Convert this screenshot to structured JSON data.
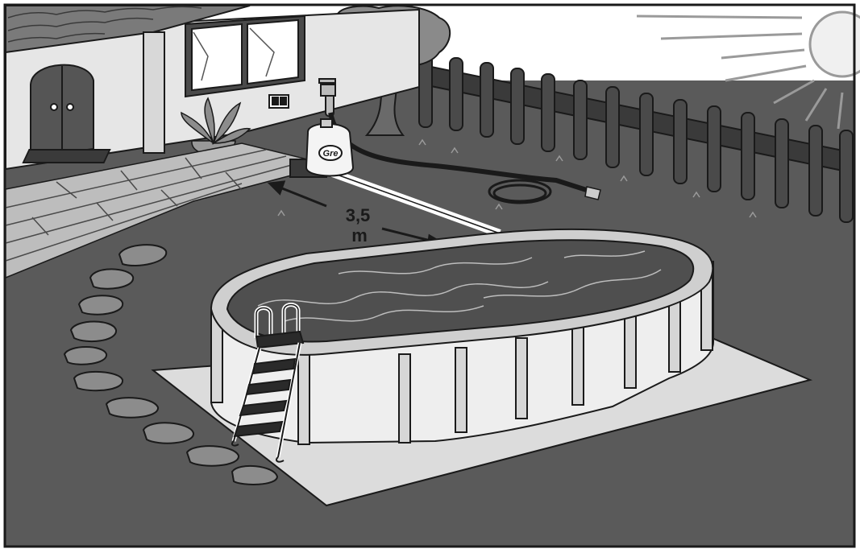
{
  "diagram": {
    "distance_value": "3,5",
    "distance_unit": "m",
    "brand_logo": "Gre",
    "colors": {
      "ground": "#5a5a5a",
      "paving": "#bdbdbd",
      "wall": "#e6e6e6",
      "pool_wall": "#eeeeee",
      "water": "#4f4f4f",
      "mat": "#dcdcdc",
      "outline": "#1a1a1a"
    },
    "icons": [
      "house-icon",
      "door-icon",
      "window-icon",
      "plant-icon",
      "power-outlet-icon",
      "water-tap-icon",
      "tree-icon",
      "fence-icon",
      "sun-icon",
      "sand-filter-icon",
      "garden-hose-icon",
      "pool-icon",
      "pool-ladder-icon",
      "stepping-stones-icon",
      "distance-arrow-icon"
    ]
  }
}
